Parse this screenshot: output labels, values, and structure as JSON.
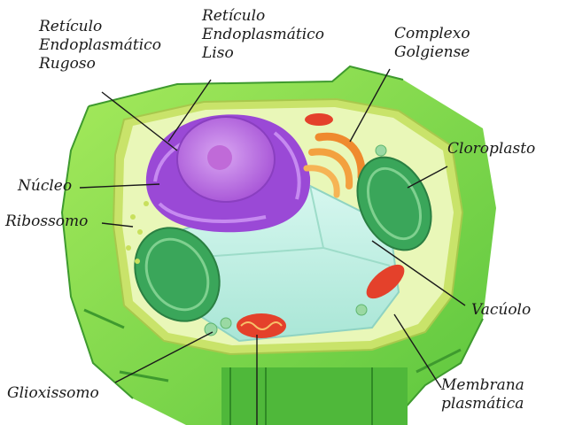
{
  "labels": {
    "rer": "Retículo\nEndoplasmático\nRugoso",
    "rel": "Retículo\nEndoplasmático\nLiso",
    "golgi": "Complexo\nGolgiense",
    "chloroplast": "Cloroplasto",
    "nucleus": "Núcleo",
    "ribosome": "Ribossomo",
    "vacuole": "Vacúolo",
    "glyoxysome": "Glioxissomo",
    "membrane": "Membrana\nplasmática"
  },
  "colors": {
    "cell_wall": "#8ee04a",
    "cell_wall_dark": "#4fb83a",
    "membrane": "#c9e36a",
    "cytoplasm": "#e9f7b8",
    "nucleus": "#b45be0",
    "rough_er": "#9a49d6",
    "golgi": "#ef8a2e",
    "chloroplast": "#3aa65a",
    "vacuole": "#bff0e4",
    "mitochondrion": "#e4412b"
  }
}
